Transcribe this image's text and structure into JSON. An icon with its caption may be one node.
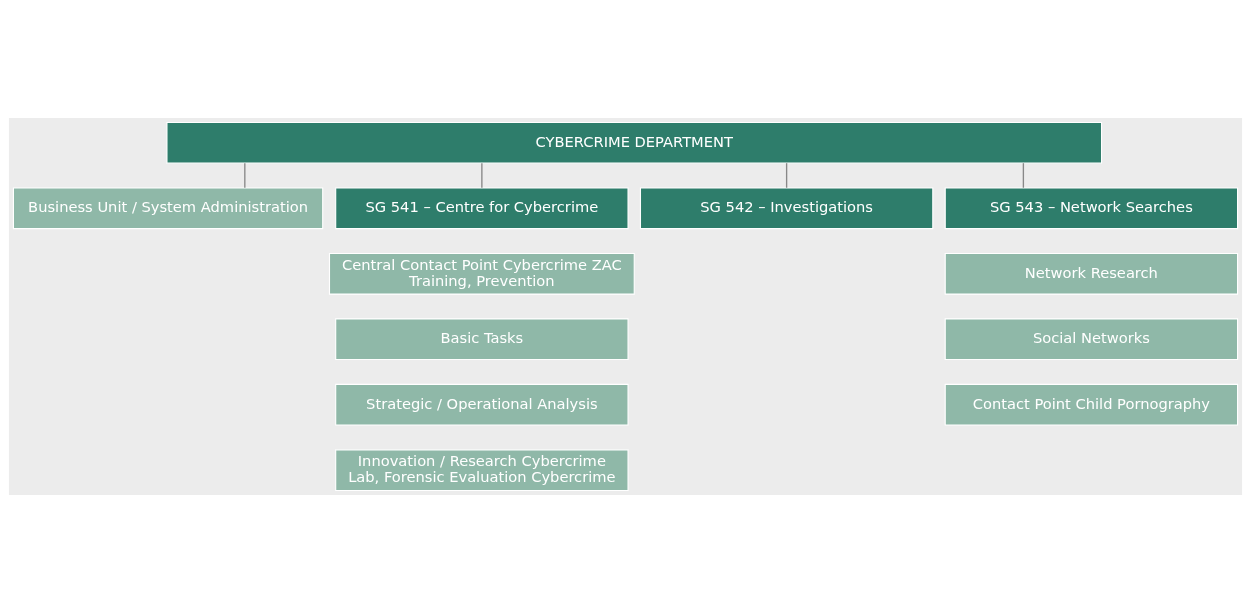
{
  "diagram": {
    "nodes": [
      {
        "text": [
          "CYBERCRIME DEPARTMENT"
        ]
      },
      {
        "text": [
          "Business Unit / System Administration"
        ]
      },
      {
        "text": [
          "SG 541 – Centre for Cybercrime"
        ]
      },
      {
        "text": [
          "SG 542 – Investigations"
        ]
      },
      {
        "text": [
          "SG 543 – Network Searches"
        ]
      },
      {
        "text": [
          "Central Contact Point Cybercrime ZAC Training, Prevention"
        ]
      },
      {
        "text": [
          "Basic Tasks"
        ]
      },
      {
        "text": [
          "Strategic / Operational Analysis"
        ]
      },
      {
        "text": [
          "Innovation / Research Cybercrime Lab, Forensic Evaluation Cybercrime"
        ]
      },
      {
        "text": [
          "Network Research"
        ]
      },
      {
        "text": [
          "Social Networks"
        ]
      },
      {
        "text": [
          "Contact Point Child Pornography"
        ]
      }
    ],
    "edges": [
      {
        "from": 0,
        "to": 1,
        "arrow": "none"
      },
      {
        "from": 0,
        "to": 2,
        "arrow": "none"
      },
      {
        "from": 0,
        "to": 3,
        "arrow": "none"
      },
      {
        "from": 0,
        "to": 4,
        "arrow": "none"
      }
    ]
  }
}
